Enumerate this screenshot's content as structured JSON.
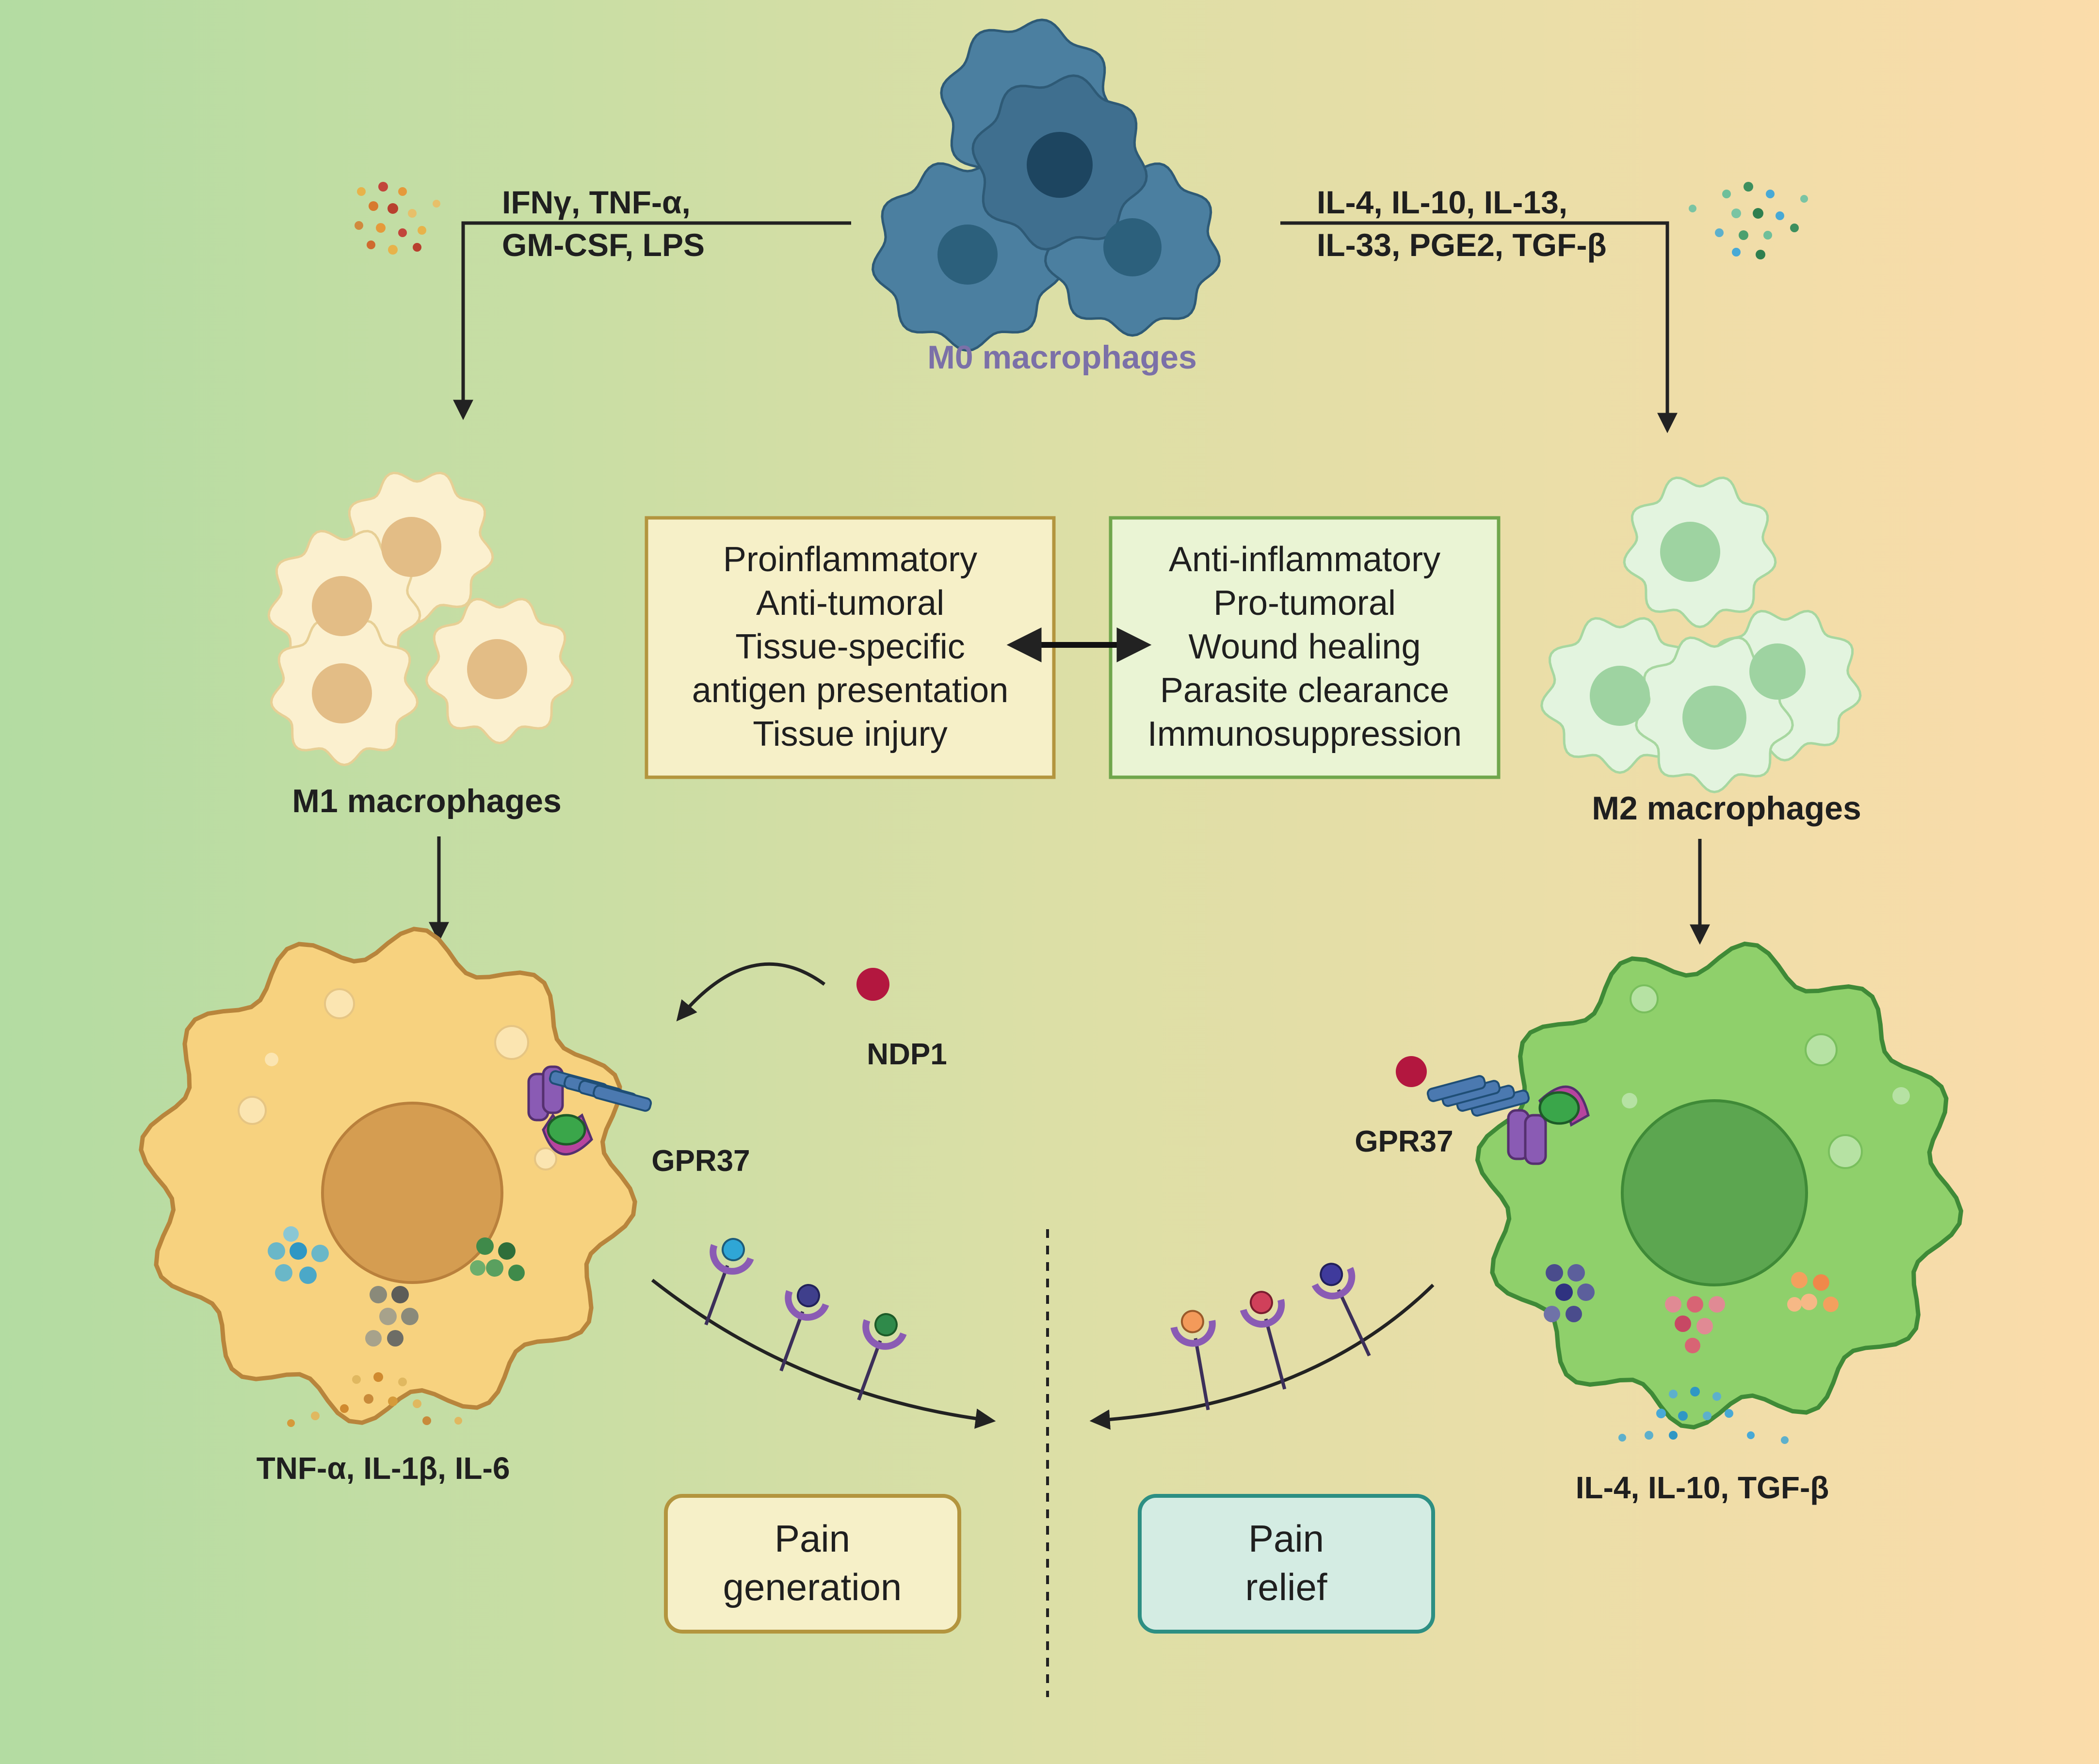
{
  "m0": {
    "label": "M0 macrophages",
    "stimuli_m1_line1": "IFNγ, TNF-α,",
    "stimuli_m1_line2": "GM-CSF, LPS",
    "stimuli_m2_line1": "IL-4, IL-10, IL-13,",
    "stimuli_m2_line2": "IL-33, PGE2, TGF-β"
  },
  "m1": {
    "label": "M1 macrophages",
    "properties": [
      "Proinflammatory",
      "Anti-tumoral",
      "Tissue-specific",
      "antigen presentation",
      "Tissue injury"
    ],
    "cytokines": "TNF-α, IL-1β, IL-6",
    "outcome_line1": "Pain",
    "outcome_line2": "generation"
  },
  "m2": {
    "label": "M2 macrophages",
    "properties": [
      "Anti-inflammatory",
      "Pro-tumoral",
      "Wound healing",
      "Parasite clearance",
      "Immunosuppression"
    ],
    "cytokines": "IL-4, IL-10, TGF-β",
    "outcome_line1": "Pain",
    "outcome_line2": "relief"
  },
  "receptor": {
    "ligand_label": "NDP1",
    "name_left": "GPR37",
    "name_right": "GPR37"
  },
  "colors": {
    "bg_left": "#b3dca2",
    "bg_mid": "#dcdfa6",
    "bg_right": "#fbdcaa",
    "m0_cell": "#4b7fa0",
    "m1_cell": "#f7d27f",
    "m2_cell": "#8fd06b",
    "m1_box_fill": "#f6f0c8",
    "m1_box_border": "#b3953e",
    "m2_box_fill": "#eaf4d4",
    "m2_box_border": "#70a64c",
    "relief_fill": "#d4ece3",
    "relief_border": "#2d8f83",
    "m0_label": "#7b70a8",
    "ndp1": "#b3173f"
  }
}
